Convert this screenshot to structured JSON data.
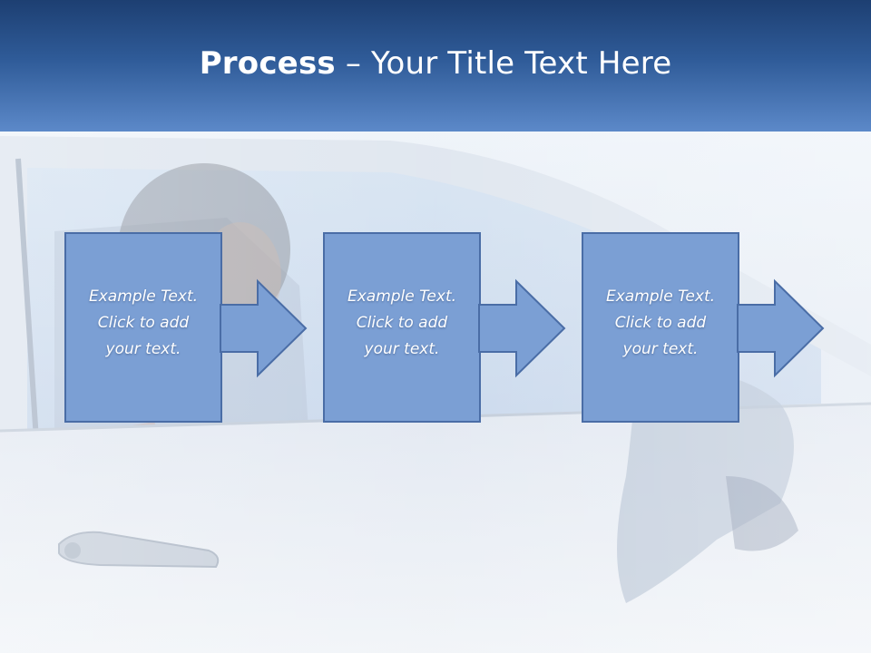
{
  "slide": {
    "title_bold": "Process",
    "title_rest": " – Your Title Text Here"
  },
  "colors": {
    "header_dark": "#1d3f72",
    "header_light": "#5c89c9",
    "box_fill": "#7b9fd4",
    "box_stroke": "#4a6da6"
  },
  "steps": [
    {
      "line1": "Example Text.",
      "line2": "Click  to add",
      "line3": "your text."
    },
    {
      "line1": "Example Text.",
      "line2": "Click  to add",
      "line3": "your text."
    },
    {
      "line1": "Example Text.",
      "line2": "Click  to add",
      "line3": "your text."
    }
  ]
}
